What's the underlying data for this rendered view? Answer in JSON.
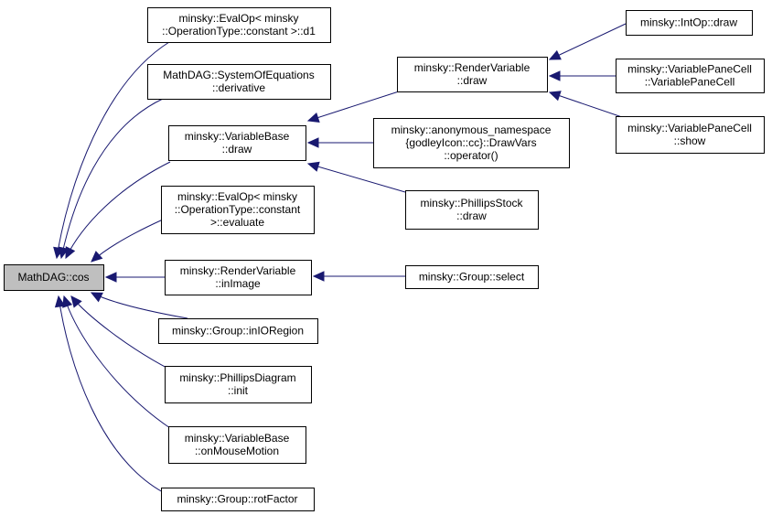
{
  "diagram": {
    "type": "call-graph",
    "colors": {
      "edge": "#191970",
      "root_fill": "#bfbfbf",
      "node_fill": "#ffffff",
      "border": "#000000"
    },
    "nodes": [
      {
        "id": "cos",
        "lines": [
          "MathDAG::cos"
        ],
        "root": true
      },
      {
        "id": "evalop_d1",
        "lines": [
          "minsky::EvalOp< minsky",
          "::OperationType::constant >::d1"
        ]
      },
      {
        "id": "soe_derivative",
        "lines": [
          "MathDAG::SystemOfEquations",
          "::derivative"
        ]
      },
      {
        "id": "vb_draw",
        "lines": [
          "minsky::VariableBase",
          "::draw"
        ]
      },
      {
        "id": "evalop_evaluate",
        "lines": [
          "minsky::EvalOp< minsky",
          "::OperationType::constant",
          ">::evaluate"
        ]
      },
      {
        "id": "rv_inimage",
        "lines": [
          "minsky::RenderVariable",
          "::inImage"
        ]
      },
      {
        "id": "group_inioregion",
        "lines": [
          "minsky::Group::inIORegion"
        ]
      },
      {
        "id": "pd_init",
        "lines": [
          "minsky::PhillipsDiagram",
          "::init"
        ]
      },
      {
        "id": "vb_onmousemotion",
        "lines": [
          "minsky::VariableBase",
          "::onMouseMotion"
        ]
      },
      {
        "id": "group_rotfactor",
        "lines": [
          "minsky::Group::rotFactor"
        ]
      },
      {
        "id": "rv_draw",
        "lines": [
          "minsky::RenderVariable",
          "::draw"
        ]
      },
      {
        "id": "anon_drawvars",
        "lines": [
          "minsky::anonymous_namespace",
          "{godleyIcon::cc}::DrawVars",
          "::operator()"
        ]
      },
      {
        "id": "ps_draw",
        "lines": [
          "minsky::PhillipsStock",
          "::draw"
        ]
      },
      {
        "id": "group_select",
        "lines": [
          "minsky::Group::select"
        ]
      },
      {
        "id": "intop_draw",
        "lines": [
          "minsky::IntOp::draw"
        ]
      },
      {
        "id": "vpc_ctor",
        "lines": [
          "minsky::VariablePaneCell",
          "::VariablePaneCell"
        ]
      },
      {
        "id": "vpc_show",
        "lines": [
          "minsky::VariablePaneCell",
          "::show"
        ]
      }
    ],
    "edges": [
      {
        "from": "evalop_d1",
        "to": "cos"
      },
      {
        "from": "soe_derivative",
        "to": "cos"
      },
      {
        "from": "vb_draw",
        "to": "cos"
      },
      {
        "from": "evalop_evaluate",
        "to": "cos"
      },
      {
        "from": "rv_inimage",
        "to": "cos"
      },
      {
        "from": "group_inioregion",
        "to": "cos"
      },
      {
        "from": "pd_init",
        "to": "cos"
      },
      {
        "from": "vb_onmousemotion",
        "to": "cos"
      },
      {
        "from": "group_rotfactor",
        "to": "cos"
      },
      {
        "from": "rv_draw",
        "to": "vb_draw"
      },
      {
        "from": "anon_drawvars",
        "to": "vb_draw"
      },
      {
        "from": "ps_draw",
        "to": "vb_draw"
      },
      {
        "from": "group_select",
        "to": "rv_inimage"
      },
      {
        "from": "intop_draw",
        "to": "rv_draw"
      },
      {
        "from": "vpc_ctor",
        "to": "rv_draw"
      },
      {
        "from": "vpc_show",
        "to": "rv_draw"
      }
    ]
  }
}
